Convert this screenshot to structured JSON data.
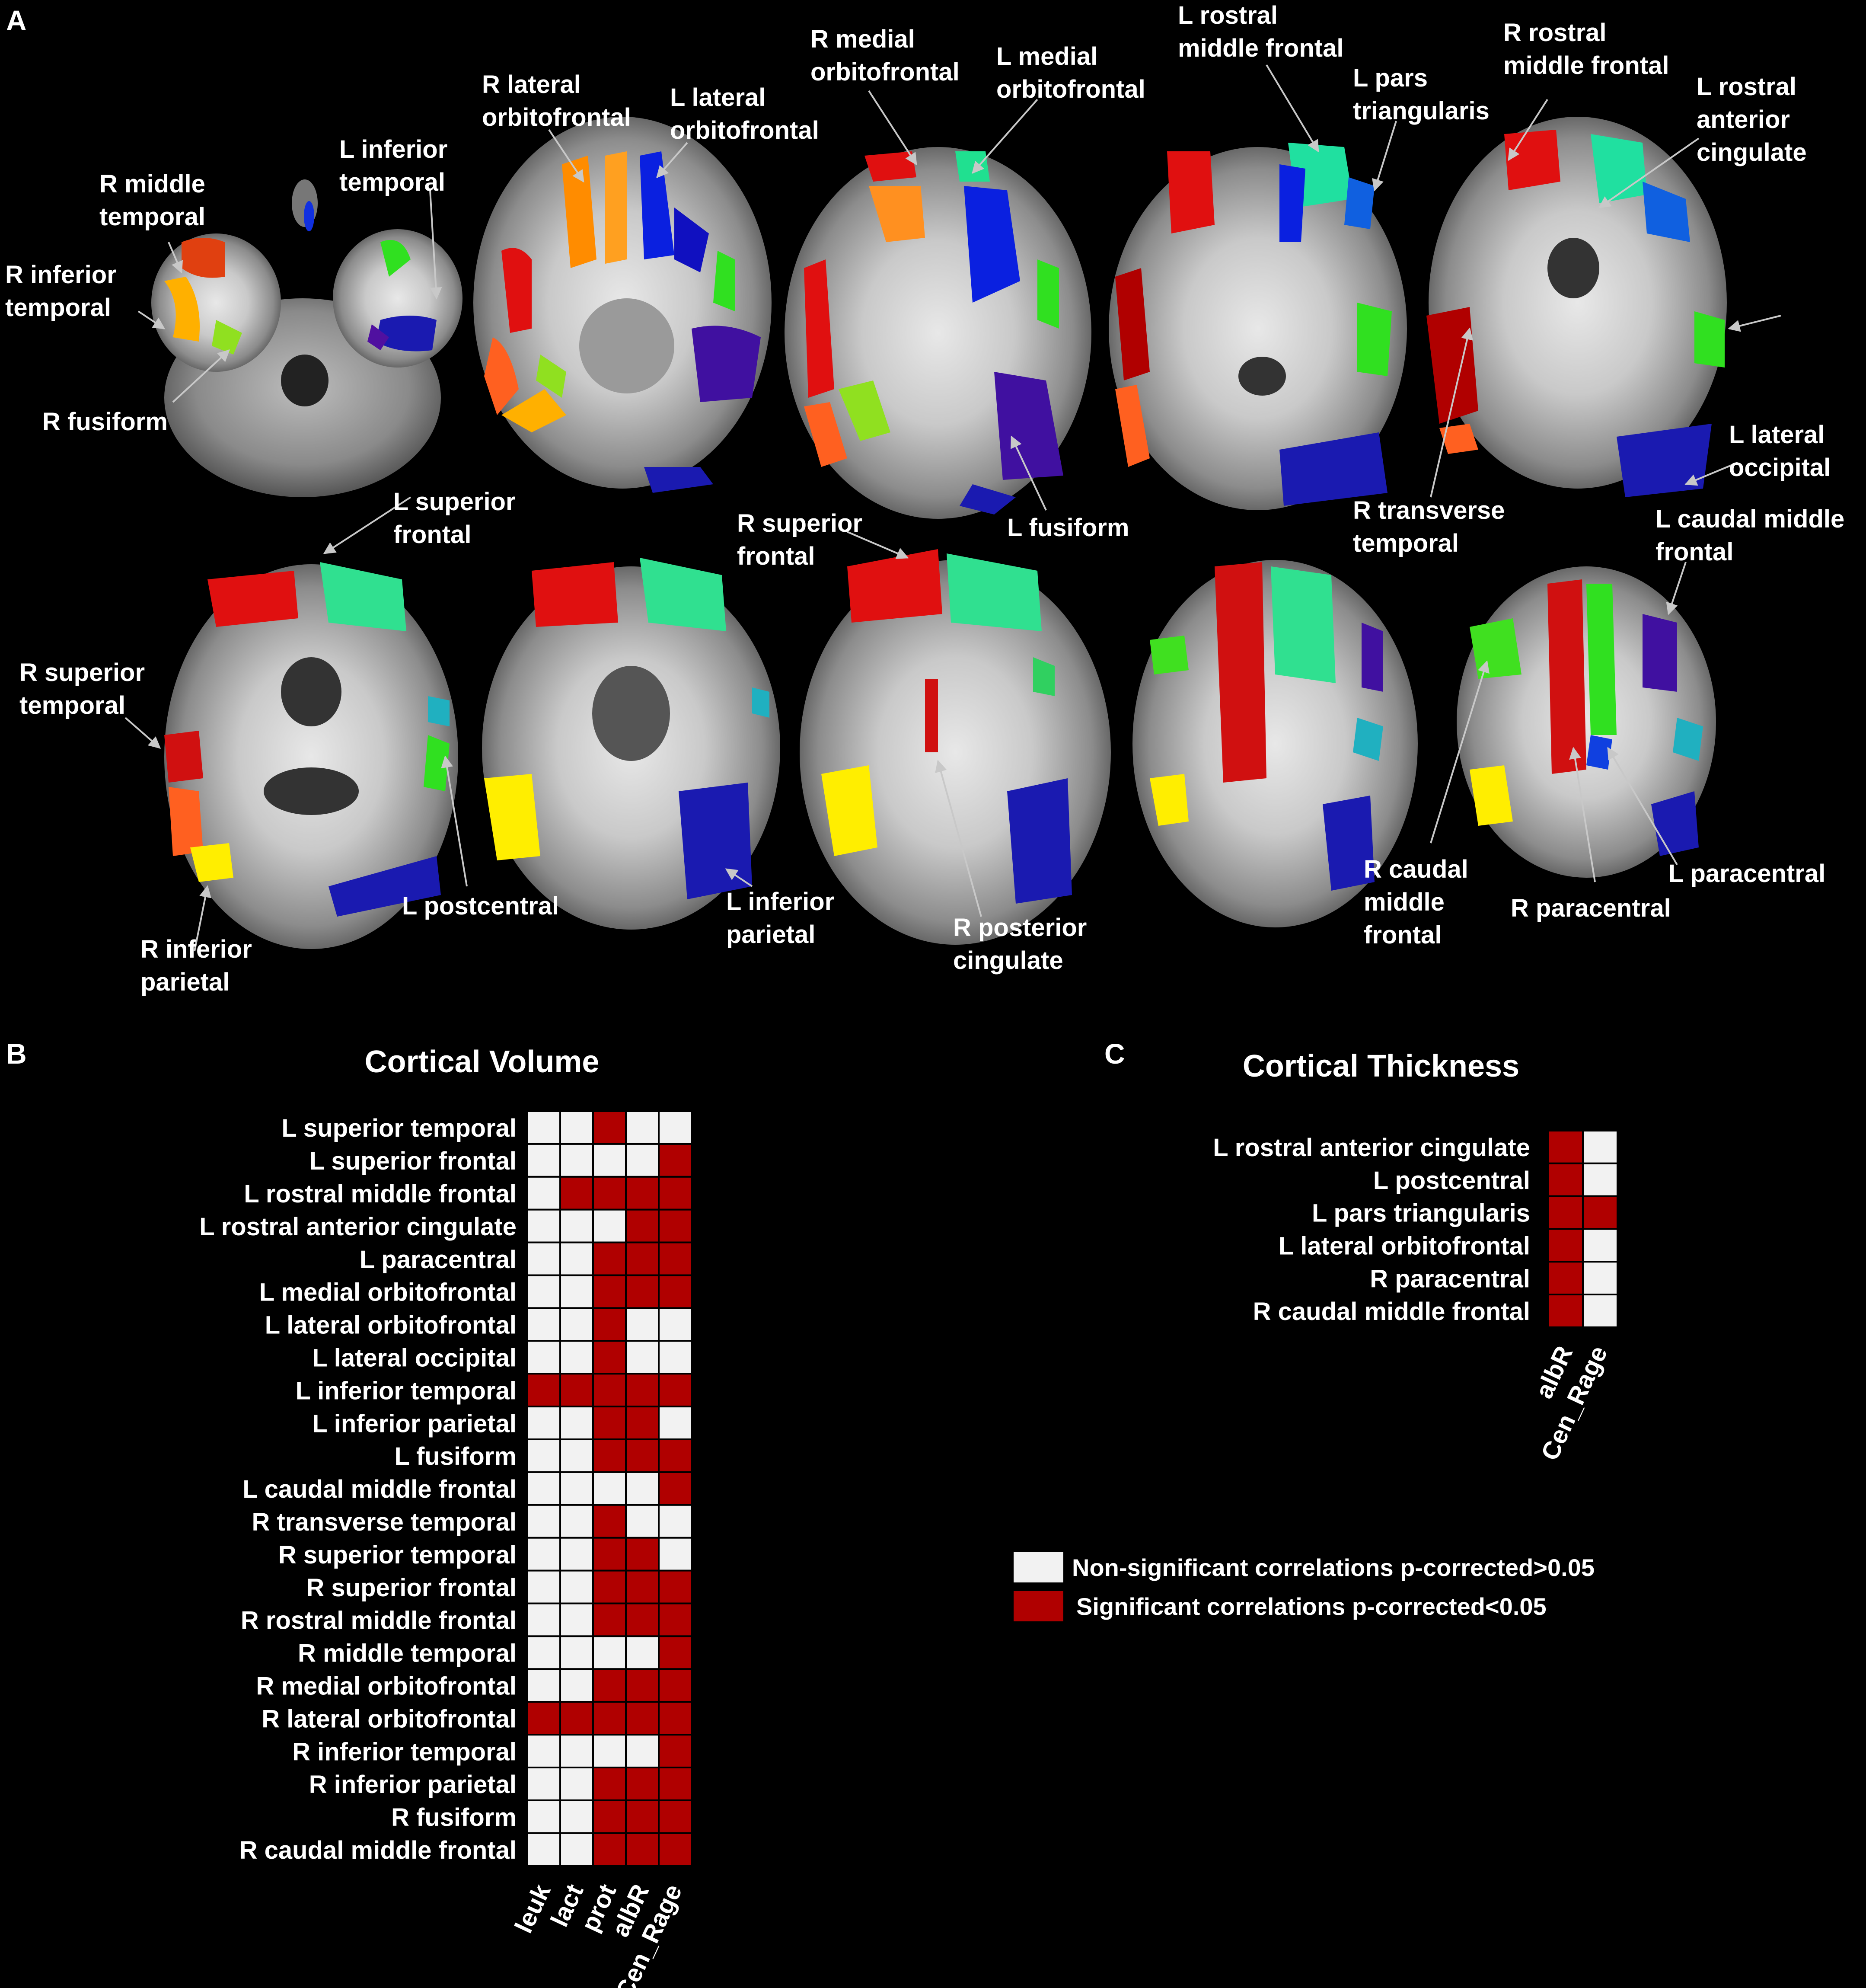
{
  "panels": {
    "a": "A",
    "b": "B",
    "c": "C"
  },
  "colors": {
    "sig": "#b00000",
    "nonsig": "#f2f2f2",
    "grid": "#000000"
  },
  "slice_labels": [
    {
      "id": "r-middle-temporal",
      "lines": [
        "R middle",
        "temporal"
      ]
    },
    {
      "id": "r-inferior-temporal",
      "lines": [
        "R inferior",
        "temporal"
      ]
    },
    {
      "id": "r-fusiform",
      "lines": [
        "R fusiform"
      ]
    },
    {
      "id": "l-inferior-temporal",
      "lines": [
        "L inferior",
        "temporal"
      ]
    },
    {
      "id": "r-lateral-orbitofrontal",
      "lines": [
        "R lateral",
        "orbitofrontal"
      ]
    },
    {
      "id": "l-lateral-orbitofrontal",
      "lines": [
        "L lateral",
        "orbitofrontal"
      ]
    },
    {
      "id": "r-medial-orbitofrontal",
      "lines": [
        "R medial",
        "orbitofrontal"
      ]
    },
    {
      "id": "l-medial-orbitofrontal",
      "lines": [
        "L medial",
        "orbitofrontal"
      ]
    },
    {
      "id": "l-fusiform",
      "lines": [
        "L fusiform"
      ]
    },
    {
      "id": "l-rostral-middle-frontal",
      "lines": [
        "L rostral",
        "middle frontal"
      ]
    },
    {
      "id": "l-pars-triangularis",
      "lines": [
        "L pars",
        "triangularis"
      ]
    },
    {
      "id": "r-rostral-middle-frontal",
      "lines": [
        "R rostral",
        "middle frontal"
      ]
    },
    {
      "id": "l-rostral-anterior-cingulate",
      "lines": [
        "L rostral",
        "anterior",
        "cingulate"
      ]
    },
    {
      "id": "l-lateral-occipital",
      "lines": [
        "L lateral",
        "occipital"
      ]
    },
    {
      "id": "r-transverse-temporal",
      "lines": [
        "R transverse",
        "temporal"
      ]
    },
    {
      "id": "l-superior-frontal",
      "lines": [
        "L superior",
        "frontal"
      ]
    },
    {
      "id": "r-superior-temporal",
      "lines": [
        "R superior",
        "temporal"
      ]
    },
    {
      "id": "r-inferior-parietal",
      "lines": [
        "R inferior",
        "parietal"
      ]
    },
    {
      "id": "l-postcentral",
      "lines": [
        "L postcentral"
      ]
    },
    {
      "id": "r-superior-frontal",
      "lines": [
        "R superior",
        "frontal"
      ]
    },
    {
      "id": "l-inferior-parietal",
      "lines": [
        "L inferior",
        "parietal"
      ]
    },
    {
      "id": "r-posterior-cingulate",
      "lines": [
        "R posterior",
        "cingulate"
      ]
    },
    {
      "id": "l-caudal-middle-frontal",
      "lines": [
        "L caudal middle",
        "frontal"
      ]
    },
    {
      "id": "r-caudal-middle-frontal",
      "lines": [
        "R  caudal",
        "middle",
        "frontal"
      ]
    },
    {
      "id": "r-paracentral",
      "lines": [
        "R paracentral"
      ]
    },
    {
      "id": "l-paracentral",
      "lines": [
        "L paracentral"
      ]
    }
  ],
  "volume": {
    "title": "Cortical Volume",
    "columns": [
      "leuk",
      "lact",
      "prot",
      "albR",
      "Cen_Rage"
    ],
    "rows": [
      {
        "label": "L superior temporal",
        "sig": [
          0,
          0,
          1,
          0,
          0
        ]
      },
      {
        "label": "L superior frontal",
        "sig": [
          0,
          0,
          0,
          0,
          1
        ]
      },
      {
        "label": "L rostral middle frontal",
        "sig": [
          0,
          1,
          1,
          1,
          1
        ]
      },
      {
        "label": "L rostral anterior cingulate",
        "sig": [
          0,
          0,
          0,
          1,
          1
        ]
      },
      {
        "label": "L paracentral",
        "sig": [
          0,
          0,
          1,
          1,
          1
        ]
      },
      {
        "label": "L medial orbitofrontal",
        "sig": [
          0,
          0,
          1,
          1,
          1
        ]
      },
      {
        "label": "L lateral orbitofrontal",
        "sig": [
          0,
          0,
          1,
          0,
          0
        ]
      },
      {
        "label": "L lateral occipital",
        "sig": [
          0,
          0,
          1,
          0,
          0
        ]
      },
      {
        "label": "L inferior temporal",
        "sig": [
          1,
          1,
          1,
          1,
          1
        ]
      },
      {
        "label": "L inferior parietal",
        "sig": [
          0,
          0,
          1,
          1,
          0
        ]
      },
      {
        "label": "L fusiform",
        "sig": [
          0,
          0,
          1,
          1,
          1
        ]
      },
      {
        "label": "L caudal middle frontal",
        "sig": [
          0,
          0,
          0,
          0,
          1
        ]
      },
      {
        "label": "R transverse temporal",
        "sig": [
          0,
          0,
          1,
          0,
          0
        ]
      },
      {
        "label": "R superior temporal",
        "sig": [
          0,
          0,
          1,
          1,
          0
        ]
      },
      {
        "label": "R superior frontal",
        "sig": [
          0,
          0,
          1,
          1,
          1
        ]
      },
      {
        "label": "R rostral middle frontal",
        "sig": [
          0,
          0,
          1,
          1,
          1
        ]
      },
      {
        "label": "R middle temporal",
        "sig": [
          0,
          0,
          0,
          0,
          1
        ]
      },
      {
        "label": "R medial orbitofrontal",
        "sig": [
          0,
          0,
          1,
          1,
          1
        ]
      },
      {
        "label": "R lateral orbitofrontal",
        "sig": [
          1,
          1,
          1,
          1,
          1
        ]
      },
      {
        "label": "R inferior temporal",
        "sig": [
          0,
          0,
          0,
          0,
          1
        ]
      },
      {
        "label": "R inferior parietal",
        "sig": [
          0,
          0,
          1,
          1,
          1
        ]
      },
      {
        "label": "R fusiform",
        "sig": [
          0,
          0,
          1,
          1,
          1
        ]
      },
      {
        "label": "R caudal middle frontal",
        "sig": [
          0,
          0,
          1,
          1,
          1
        ]
      }
    ]
  },
  "thickness": {
    "title": "Cortical Thickness",
    "columns": [
      "albR",
      "Cen_Rage"
    ],
    "rows": [
      {
        "label": "L rostral anterior cingulate",
        "sig": [
          1,
          0
        ]
      },
      {
        "label": "L postcentral",
        "sig": [
          1,
          0
        ]
      },
      {
        "label": "L pars triangularis",
        "sig": [
          1,
          1
        ]
      },
      {
        "label": "L lateral orbitofrontal",
        "sig": [
          1,
          0
        ]
      },
      {
        "label": "R paracentral",
        "sig": [
          1,
          0
        ]
      },
      {
        "label": "R caudal middle frontal",
        "sig": [
          1,
          0
        ]
      }
    ]
  },
  "legend": {
    "nonsig": "Non-significant correlations p-corrected>0.05",
    "sig": "Significant correlations p-corrected<0.05"
  }
}
